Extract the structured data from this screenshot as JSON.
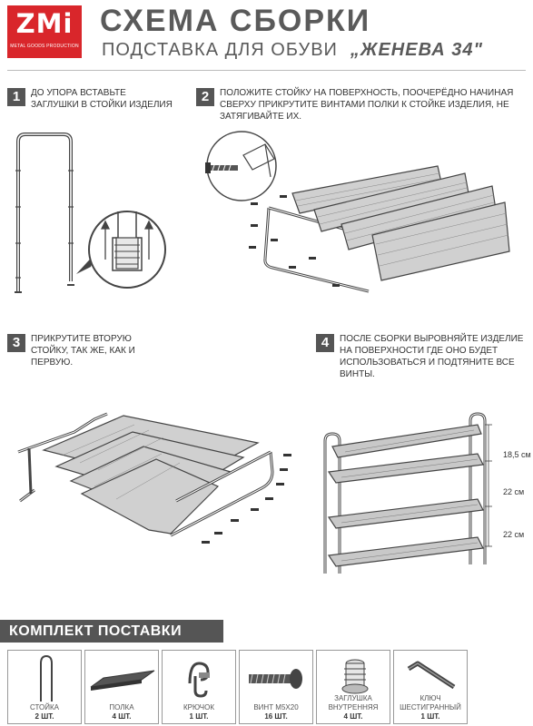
{
  "header": {
    "brand": "ZMi",
    "brand_sub": "METAL GOODS PRODUCTION",
    "title": "СХЕМА СБОРКИ",
    "subtitle": "ПОДСТАВКА ДЛЯ ОБУВИ",
    "model": "„ЖЕНЕВА 34\""
  },
  "steps": [
    {
      "num": "1",
      "text": "До упора вставьте заглушки в стойки изделия"
    },
    {
      "num": "2",
      "text": "Положите стойку на поверхность, поочерёдно начиная сверху прикрутите винтами полки к стойке изделия, не затягивайте их."
    },
    {
      "num": "3",
      "text": "Прикрутите вторую стойку, так же, как и первую."
    },
    {
      "num": "4",
      "text": "После сборки выровняйте изделие на поверхности где оно будет использоваться и подтяните все винты."
    }
  ],
  "dimensions": [
    "18,5 см",
    "22 см",
    "22 см"
  ],
  "kit": {
    "title": "КОМПЛЕКТ ПОСТАВКИ",
    "items": [
      {
        "name": "СТОЙКА",
        "qty": "2 шт.",
        "icon": "upright-icon"
      },
      {
        "name": "ПОЛКА",
        "qty": "4 шт.",
        "icon": "shelf-icon"
      },
      {
        "name": "КРЮЧОК",
        "qty": "1 шт.",
        "icon": "hook-icon"
      },
      {
        "name": "ВИНТ М5х20",
        "qty": "16 шт.",
        "icon": "screw-icon"
      },
      {
        "name": "ЗАГЛУШКА ВНУТРЕННЯЯ",
        "qty": "4 шт.",
        "icon": "plug-icon"
      },
      {
        "name": "КЛЮЧ ШЕСТИГРАННЫЙ",
        "qty": "1 шт.",
        "icon": "hex-key-icon"
      }
    ]
  }
}
